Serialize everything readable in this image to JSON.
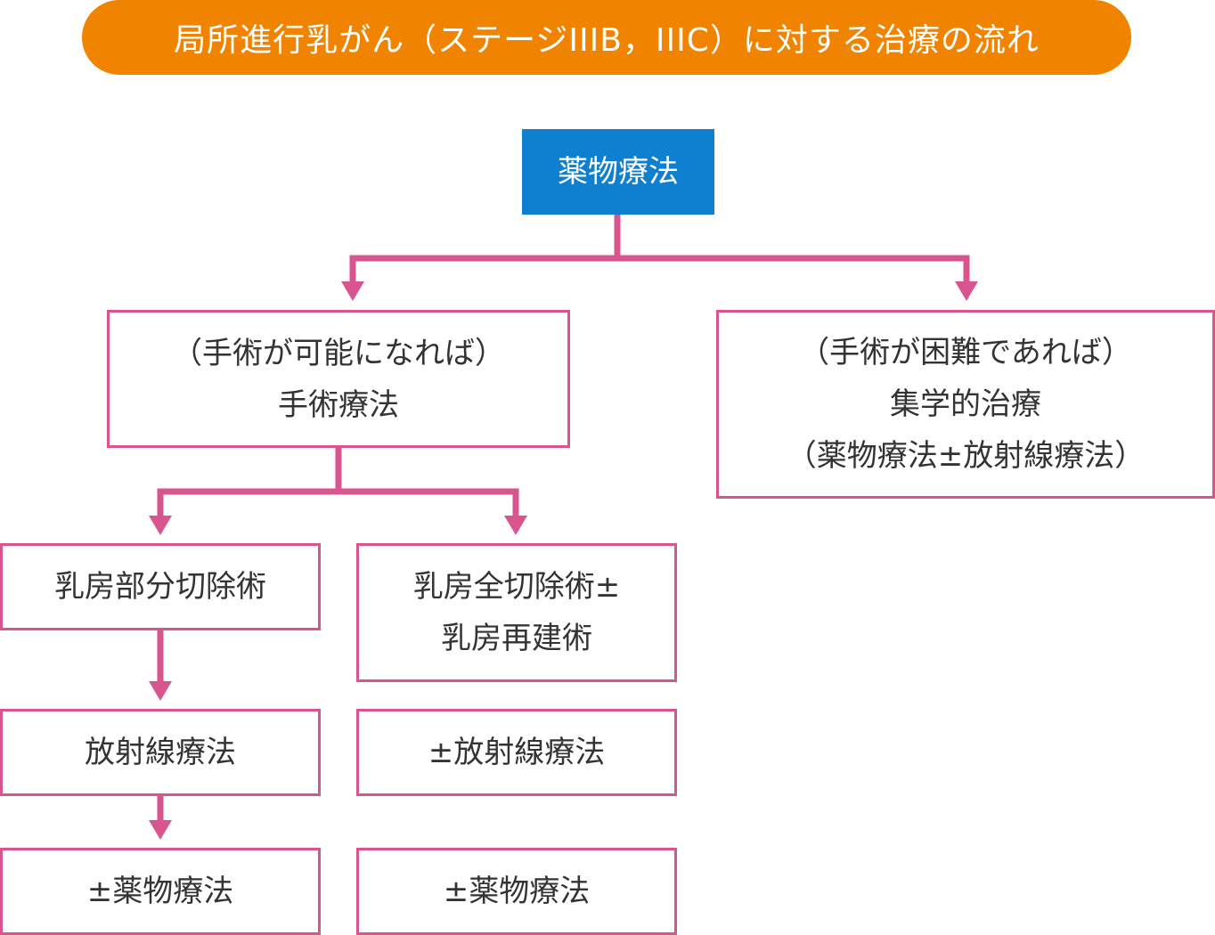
{
  "colors": {
    "title_bg": "#f08300",
    "root_bg": "#0f7fd0",
    "connector": "#d9558f"
  },
  "title": "局所進行乳がん（ステージIIIB，IIIC）に対する治療の流れ",
  "root": {
    "label": "薬物療法"
  },
  "left_branch": {
    "lines": [
      "（手術が可能になれば）",
      "手術療法"
    ]
  },
  "right_branch": {
    "lines": [
      "（手術が困難であれば）",
      "集学的治療",
      "（薬物療法±放射線療法）"
    ]
  },
  "partial": {
    "surgery": "乳房部分切除術",
    "radiation": "放射線療法",
    "drug": "±薬物療法"
  },
  "total": {
    "surgery_lines": [
      "乳房全切除術±",
      "乳房再建術"
    ],
    "radiation": "±放射線療法",
    "drug": "±薬物療法"
  }
}
